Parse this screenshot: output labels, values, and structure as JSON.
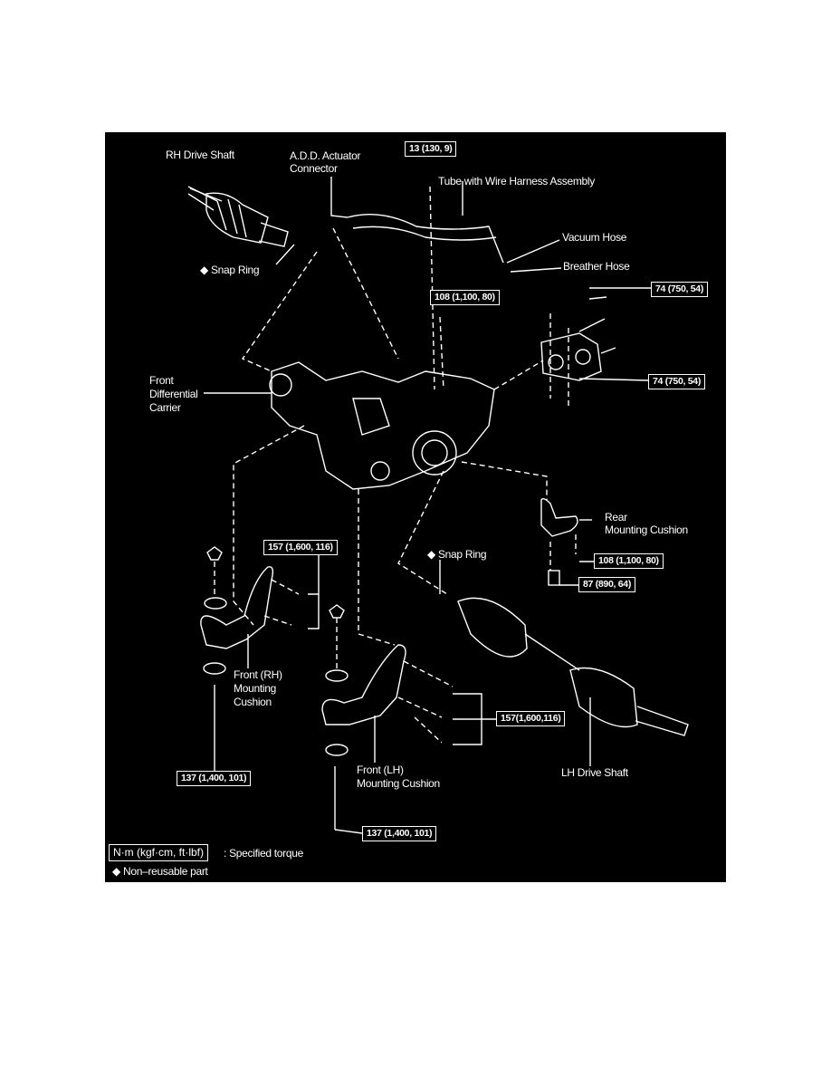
{
  "labels": {
    "rh_drive_shaft": "RH Drive Shaft",
    "add_actuator_line1": "A.D.D. Actuator",
    "add_actuator_line2": "Connector",
    "tube_wire_harness": "Tube with Wire Harness Assembly",
    "vacuum_hose": "Vacuum Hose",
    "breather_hose": "Breather Hose",
    "snap_ring_rh": "◆ Snap Ring",
    "front_diff_line1": "Front",
    "front_diff_line2": "Differential",
    "front_diff_line3": "Carrier",
    "rear_cushion_line1": "Rear",
    "rear_cushion_line2": "Mounting Cushion",
    "snap_ring_lh": "◆ Snap Ring",
    "front_rh_line1": "Front (RH)",
    "front_rh_line2": "Mounting",
    "front_rh_line3": "Cushion",
    "front_lh_line1": "Front (LH)",
    "front_lh_line2": "Mounting Cushion",
    "lh_drive_shaft": "LH Drive Shaft"
  },
  "torques": {
    "actuator_bolt": "13 (130, 9)",
    "carrier_bolt": "108 (1,100, 80)",
    "rear_flange_upper": "74 (750, 54)",
    "rear_flange_lower": "74 (750, 54)",
    "rear_cushion_bolt": "108 (1,100, 80)",
    "rear_cushion_nut": "87 (890, 64)",
    "rh_cushion_bolts": "157 (1,600, 116)",
    "lh_cushion_bolts": "157(1,600,116)",
    "rh_through_bolt": "137 (1,400, 101)",
    "lh_through_bolt": "137 (1,400, 101)"
  },
  "legend": {
    "unit_box": "N·m (kgf·cm, ft·lbf)",
    "unit_desc": ": Specified torque",
    "non_reusable": "◆ Non–reusable part"
  }
}
